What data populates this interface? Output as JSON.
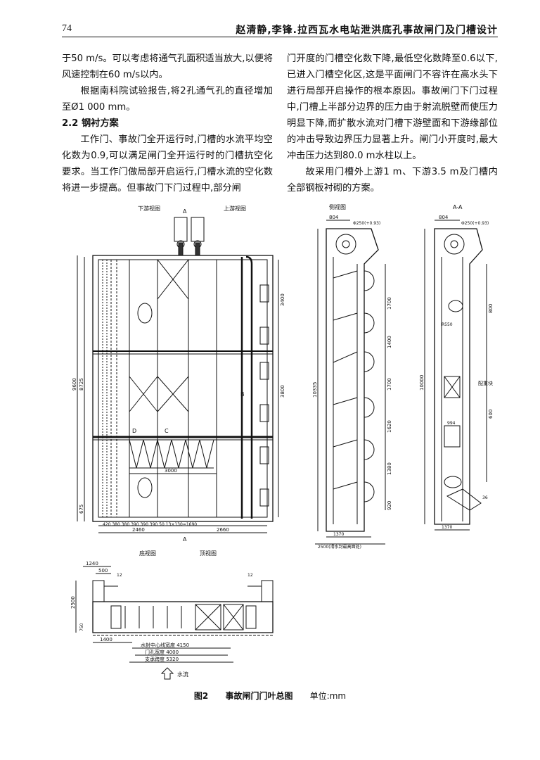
{
  "header": {
    "page_number": "74",
    "running_title": "赵清静,李锋.拉西瓦水电站泄洪底孔事故闸门及门槽设计"
  },
  "left_column": {
    "p1": "于50 m/s。可以考虑将通气孔面积适当放大,以便将风速控制在60 m/s以内。",
    "p2": "根据南科院试验报告,将2孔通气孔的直径增加至Ø1 000 mm。",
    "section": "2.2 钢衬方案",
    "p3": "工作门、事故门全开运行时,门槽的水流平均空化数为0.9,可以满足闸门全开运行时的门槽抗空化要求。当工作门做局部开启运行,门槽水流的空化数将进一步提高。但事故门下门过程中,部分闸"
  },
  "right_column": {
    "p1": "门开度的门槽空化数下降,最低空化数降至0.6以下,已进入门槽空化区,这是平面闸门不容许在高水头下进行局部开启操作的根本原因。事故闸门下门过程中,门槽上半部分边界的压力由于射流脱壁而使压力明显下降,而扩散水流对门槽下游壁面和下游缘部位的冲击导致边界压力显著上升。闸门小开度时,最大冲击压力达到80.0 m水柱以上。",
    "p2": "故采用门槽外上游1 m、下游3.5 m及门槽内全部钢板衬砌的方案。"
  },
  "figure": {
    "label_downstream": "下游视图",
    "label_upstream": "上游视图",
    "label_side": "侧视图",
    "label_aa": "A-A",
    "label_bottom": "底视图",
    "label_top": "顶视图",
    "section_mark_top": "A",
    "section_mark_bottom": "A",
    "dim_9600": "9600",
    "dim_8725": "8725",
    "dim_675": "675",
    "dim_3400": "3400",
    "dim_3800": "3800",
    "dim_3000": "3000",
    "dim_2460": "2460",
    "dim_2660": "2660",
    "dim_bays": "420  380  380  390  390  390  50  13×130=1690",
    "dim_804a": "804",
    "dim_804b": "804",
    "dim_phi_a": "Φ250(+0.93)",
    "dim_phi_b": "Φ250(+0.93)",
    "dim_10335": "10335",
    "dim_10000": "10000",
    "dim_1700a": "1700",
    "dim_1400": "1400",
    "dim_1700b": "1700",
    "dim_1620": "1620",
    "dim_1380": "1380",
    "dim_920": "920",
    "dim_1370a": "1370",
    "dim_1370b": "1370",
    "dim_2500": "2500(滑水封最高面处)",
    "dim_994": "994",
    "dim_800": "800",
    "dim_600": "600",
    "dim_r550": "R550",
    "dim_36": "36",
    "label_weight": "配重块",
    "dim_1240": "1240",
    "dim_500": "500",
    "dim_12a": "12",
    "dim_12b": "12",
    "dim_2500b": "2500",
    "dim_750": "750",
    "dim_1400b": "1400",
    "dim_4150": "水封中心线宽度 4150",
    "dim_4000": "门孔宽度 4000",
    "dim_5320": "支承跨度 5320",
    "label_flow": "水流",
    "labels_b": "B",
    "labels_c": "C",
    "labels_d": "D"
  },
  "caption": {
    "number": "图2",
    "title": "事故闸门门叶总图",
    "unit": "单位:mm"
  }
}
